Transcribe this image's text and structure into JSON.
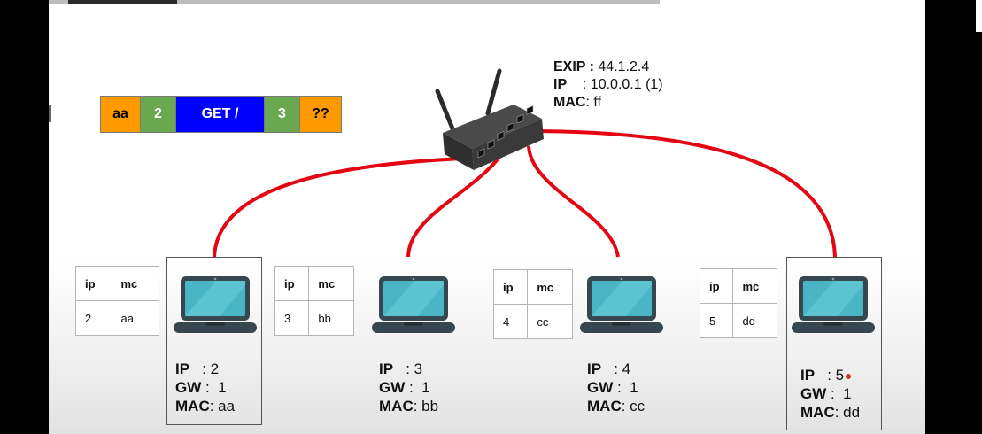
{
  "colors": {
    "wire": "#e30613",
    "orange": "#ff9900",
    "green": "#6aa84f",
    "blue": "#0000ff",
    "laptop_frame": "#37474f",
    "laptop_screen": "#4ab5c4"
  },
  "packet": {
    "segments": [
      {
        "label": "aa",
        "color": "orange"
      },
      {
        "label": "2",
        "color": "green"
      },
      {
        "label": "GET /",
        "color": "blue"
      },
      {
        "label": "3",
        "color": "green"
      },
      {
        "label": "??",
        "color": "orange"
      }
    ]
  },
  "router": {
    "icon": "router-icon",
    "exip_key": "EXIP :",
    "exip_val": " 44.1.2.4",
    "ip_key": "IP",
    "ip_val": "    : 10.0.0.1 (1)",
    "mac_key": "MAC",
    "mac_val": ": ff"
  },
  "arp_header": {
    "ip": "ip",
    "mc": "mc"
  },
  "hosts": [
    {
      "arp_ip": "2",
      "arp_mc": "aa",
      "ip_key": "IP",
      "ip_val": "   : 2",
      "gw_key": "GW",
      "gw_val": " :  1",
      "mac_key": "MAC",
      "mac_val": ": aa"
    },
    {
      "arp_ip": "3",
      "arp_mc": "bb",
      "ip_key": "IP",
      "ip_val": "   : 3",
      "gw_key": "GW",
      "gw_val": " :  1",
      "mac_key": "MAC",
      "mac_val": ": bb"
    },
    {
      "arp_ip": "4",
      "arp_mc": "cc",
      "ip_key": "IP",
      "ip_val": "   : 4",
      "gw_key": "GW",
      "gw_val": " :  1",
      "mac_key": "MAC",
      "mac_val": ": cc"
    },
    {
      "arp_ip": "5",
      "arp_mc": "dd",
      "ip_key": "IP",
      "ip_val": "   : 5",
      "gw_key": "GW",
      "gw_val": " :  1",
      "mac_key": "MAC",
      "mac_val": ": dd"
    }
  ]
}
